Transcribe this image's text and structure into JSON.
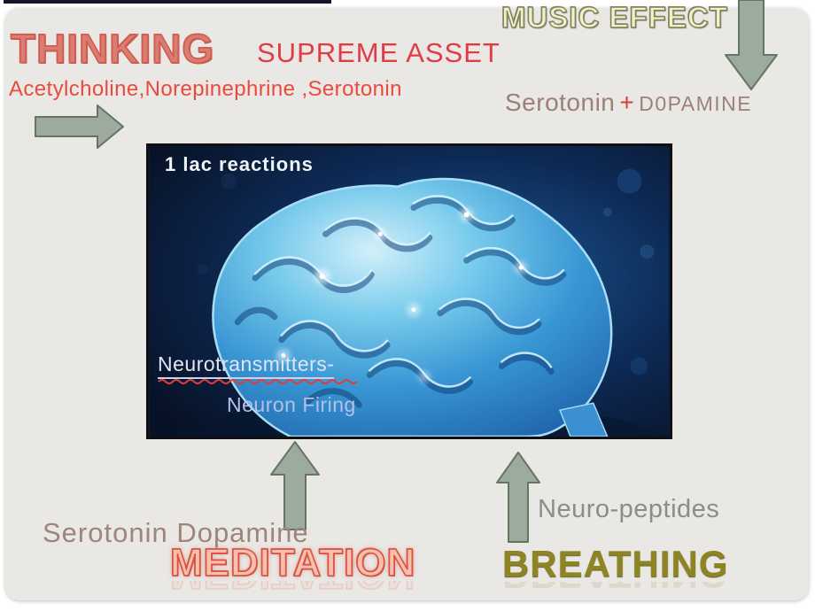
{
  "top_left": {
    "title": "THINKING",
    "subtitle": "Acetylcholine,Norepinephrine ,Serotonin"
  },
  "top_center": {
    "title": "SUPREME ASSET"
  },
  "top_right": {
    "title": "MUSIC EFFECT",
    "result_main": "Serotonin",
    "result_plus": "+",
    "result_secondary": "D0PAMINE"
  },
  "brain_figure": {
    "caption_top_left": "1 lac reactions",
    "label_neurotransmitters": "Neurotransmitters-",
    "label_neuron_firing": "Neuron Firing"
  },
  "bottom_left": {
    "chemicals": "Serotonin Dopamine",
    "title": "MEDITATION"
  },
  "bottom_right": {
    "chemicals": "Neuro-peptides",
    "title": "BREATHING"
  },
  "icons": {
    "right_arrow": "right-arrow",
    "down_arrow": "down-arrow",
    "up_arrow_left": "up-arrow",
    "up_arrow_right": "up-arrow",
    "squiggle_underline": "spellcheck-squiggle"
  },
  "colors": {
    "slide_background": "#e9e8e5",
    "red_accent": "#e23b44",
    "salmon_outline": "#d05a4e",
    "cream_fill": "#f2f0c8",
    "olive_outline": "#80825f",
    "olive_text": "#8e8424",
    "arrow_fill": "#9cab9e",
    "arrow_border": "#66755f",
    "muted_mauve": "#9d7f73",
    "gray_text": "#8c8c8a",
    "image_background": "#0a1b3d",
    "brain_blue": "#52b4e6"
  }
}
